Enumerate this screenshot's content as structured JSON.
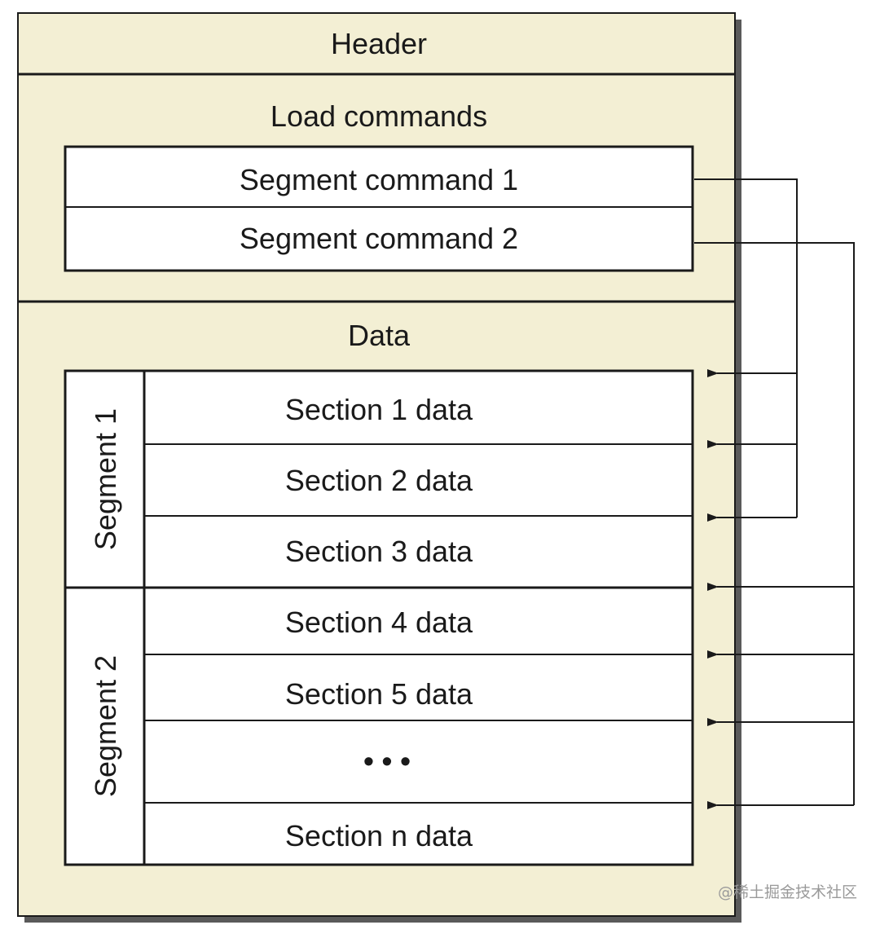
{
  "diagram": {
    "header": "Header",
    "load_commands": {
      "title": "Load commands",
      "items": [
        "Segment command 1",
        "Segment command 2"
      ]
    },
    "data": {
      "title": "Data",
      "segments": [
        {
          "label": "Segment  1",
          "sections": [
            "Section 1 data",
            "Section 2 data",
            "Section 3 data"
          ]
        },
        {
          "label": "Segment  2",
          "sections": [
            "Section 4 data",
            "Section 5 data",
            "• • •",
            "Section n data"
          ]
        }
      ]
    }
  },
  "watermark": "@稀土掘金技术社区",
  "colors": {
    "panel": "#f3efd4",
    "box": "#ffffff",
    "stroke": "#1a1a1a",
    "shadow": "#5a5a5a"
  }
}
